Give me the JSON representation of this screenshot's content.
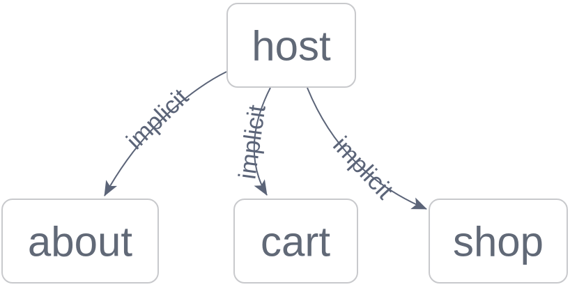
{
  "diagram": {
    "type": "network-graph",
    "colors": {
      "background": "#ffffff",
      "node_fill": "#ffffff",
      "node_border": "#c8c9cc",
      "node_text": "#616977",
      "edge": "#5b6478"
    },
    "nodes": [
      {
        "id": "host",
        "label": "host"
      },
      {
        "id": "about",
        "label": "about"
      },
      {
        "id": "cart",
        "label": "cart"
      },
      {
        "id": "shop",
        "label": "shop"
      }
    ],
    "edges": [
      {
        "from": "host",
        "to": "about",
        "label": "implicit"
      },
      {
        "from": "host",
        "to": "cart",
        "label": "implicit"
      },
      {
        "from": "host",
        "to": "shop",
        "label": "implicit"
      }
    ]
  }
}
